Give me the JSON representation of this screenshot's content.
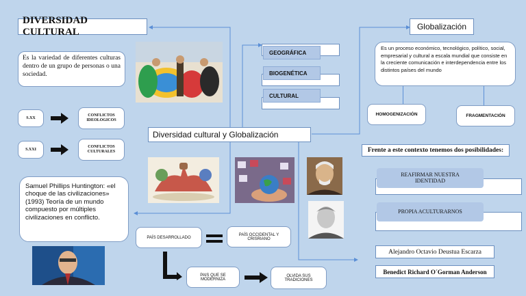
{
  "title": "DIVERSIDAD CULTURAL",
  "definition": "Es la variedad de diferentes culturas dentro de un grupo de personas o una sociedad.",
  "centuries": [
    {
      "century": "S.XX",
      "conflict": "CONFLICTOS IDEOLOGICOS"
    },
    {
      "century": "S.XXI",
      "conflict": "CONFLICTOS CULTURALES"
    }
  ],
  "huntington": "Samuel Phillips Huntington: «el choque de las civilizaciones» (1993) Teoría de un mundo compuesto por múltiples civilizaciones en conflicto.",
  "dimensions": [
    "GEOGRÁFICA",
    "BIOGENÉTICA",
    "CULTURAL"
  ],
  "center": "Diversidad cultural y Globalización",
  "globalization": {
    "title": "Globalización",
    "definition": "Es un proceso económico, tecnológico, político, social, empresarial y cultural a escala mundial que consiste en la creciente comunicación e interdependencia entre los distintos países del mundo",
    "homogenization": "HOMOGENIZACIÓN",
    "fragmentation": "FRAGMENTACIÓN"
  },
  "possibilities": {
    "title": "Frente a este contexto tenemos dos posibilidades:",
    "options": [
      "REAFIRMAR NUESTRA IDENTIDAD",
      "PROPIA ACULTURARNOS"
    ]
  },
  "process": {
    "developed": "PAÍS DESARROLLADO",
    "western": "PAÍS OCCIDENTAL Y CRISRIANO",
    "modernizing": "PAIS QUE SE MODERNIZA",
    "forgets": "OLVIDA SUS TRADICIONES"
  },
  "authors": [
    "Alejandro Octavio Deustua Escarza",
    "Benedict Richard O´Gorman Anderson"
  ],
  "colors": {
    "background": "#bfd5ec",
    "line": "#5b8fd6",
    "option": "#b2c8e6"
  }
}
